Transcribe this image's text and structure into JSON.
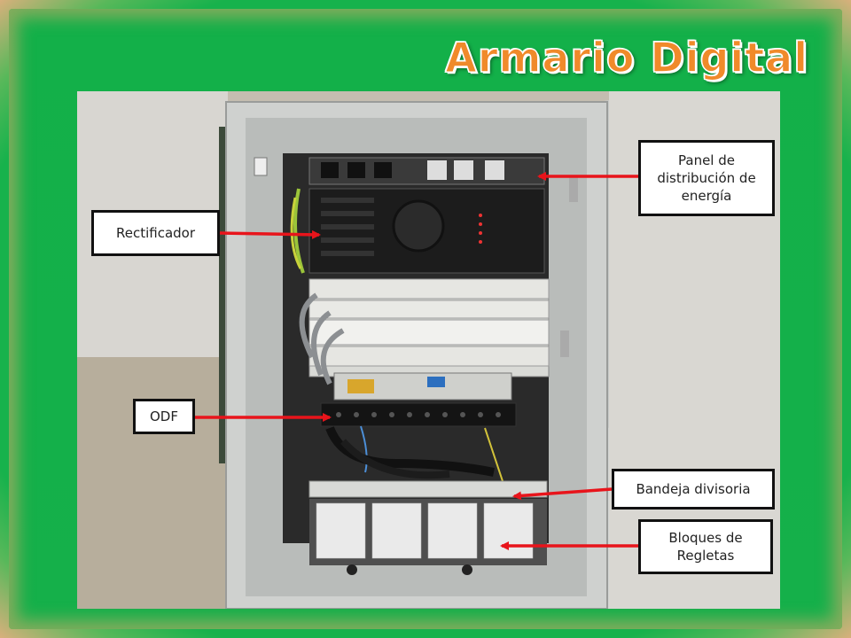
{
  "title": "Armario Digital",
  "labels": {
    "panel": "Panel de\ndistribución de\nenergía",
    "rectificador": "Rectificador",
    "odf": "ODF",
    "bandeja": "Bandeja divisoria",
    "bloques": "Bloques de\nRegletas"
  },
  "colors": {
    "background_green": "#15b04a",
    "title_orange": "#f08a2a",
    "arrow_red": "#e8141b"
  }
}
